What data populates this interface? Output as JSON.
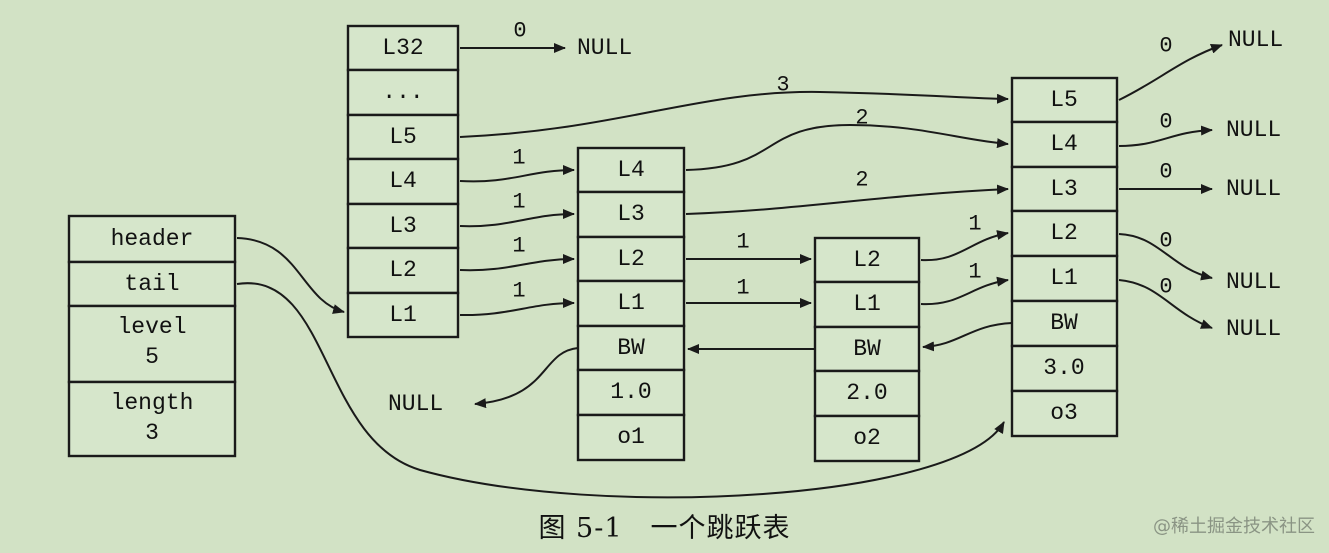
{
  "list_header": {
    "header_label": "header",
    "tail_label": "tail",
    "level_label": "level",
    "level_value": "5",
    "length_label": "length",
    "length_value": "3"
  },
  "header_node": {
    "levels": [
      "L32",
      "...",
      "L5",
      "L4",
      "L3",
      "L2",
      "L1"
    ],
    "spans": {
      "L32": "0",
      "L5": "3",
      "L4": "1",
      "L3": "1",
      "L2": "1",
      "L1": "1"
    }
  },
  "node_o1": {
    "levels": [
      "L4",
      "L3",
      "L2",
      "L1"
    ],
    "backward": "BW",
    "score": "1.0",
    "object": "o1",
    "spans": {
      "L4": "2",
      "L3": "2",
      "L2": "1",
      "L1": "1"
    }
  },
  "node_o2": {
    "levels": [
      "L2",
      "L1"
    ],
    "backward": "BW",
    "score": "2.0",
    "object": "o2",
    "spans": {
      "L2": "1",
      "L1": "1"
    }
  },
  "node_o3": {
    "levels": [
      "L5",
      "L4",
      "L3",
      "L2",
      "L1"
    ],
    "backward": "BW",
    "score": "3.0",
    "object": "o3",
    "spans": {
      "L5": "0",
      "L4": "0",
      "L3": "0",
      "L2": "0",
      "L1": "0"
    }
  },
  "null_label": "NULL",
  "caption": "图 5-1　一个跳跃表",
  "watermark": "@稀土掘金技术社区"
}
